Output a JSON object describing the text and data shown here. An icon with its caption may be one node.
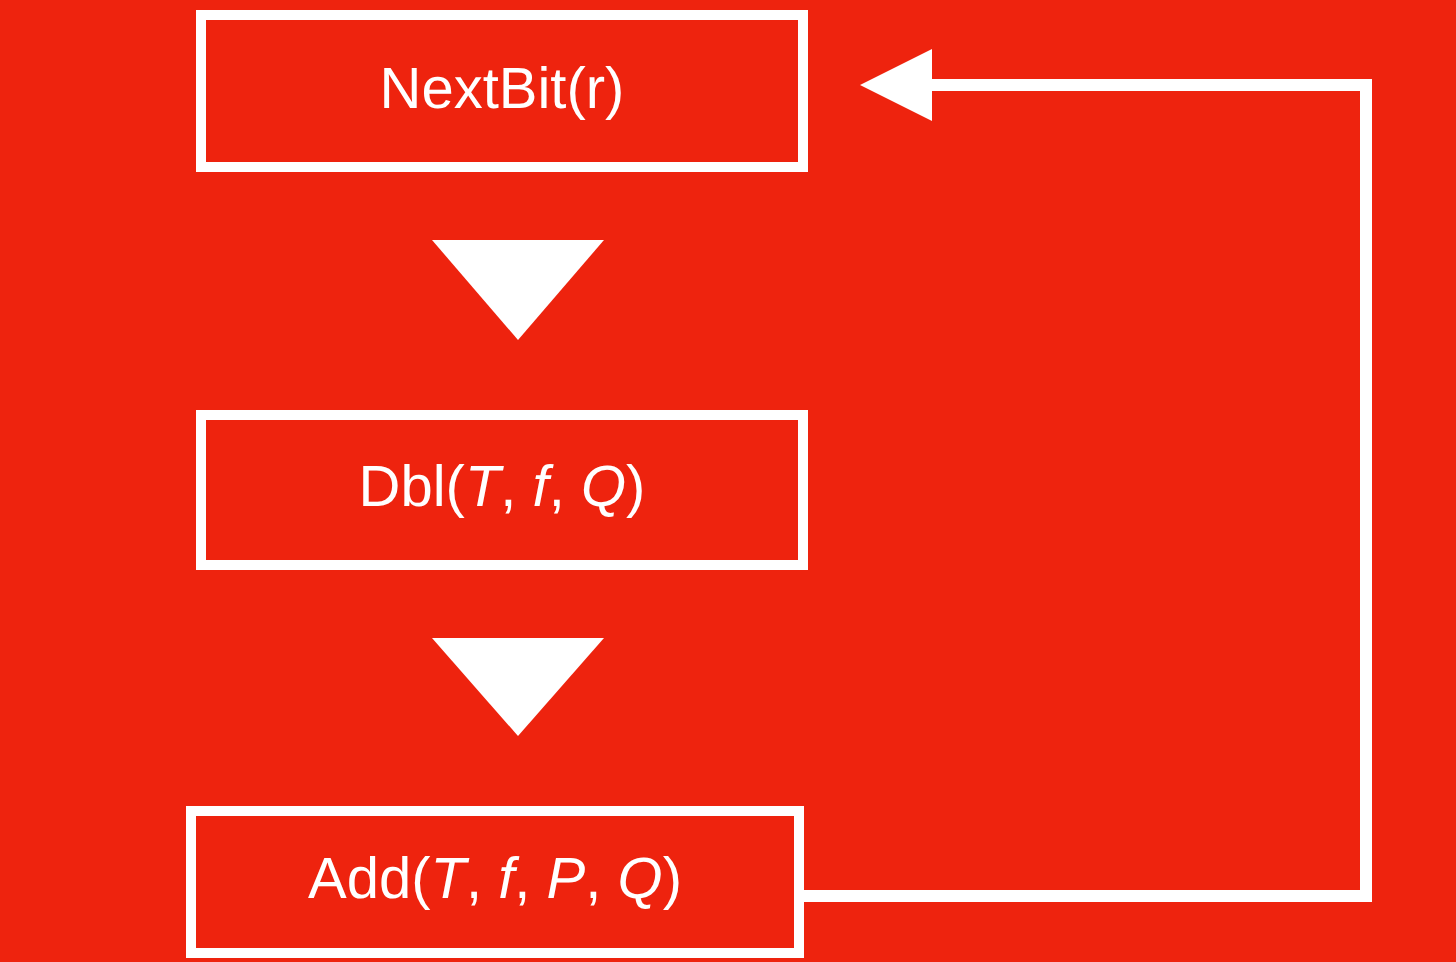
{
  "diagram": {
    "nodes": [
      {
        "text": [
          "NextBit(r)"
        ]
      },
      {
        "text": [
          "Dbl(*T*, *f*, *Q*)"
        ]
      },
      {
        "text": [
          "Add(*T*, *f*, *P*, *Q*)"
        ]
      }
    ],
    "edges": [
      {
        "from": 0,
        "to": 1,
        "arrow": "to"
      },
      {
        "from": 1,
        "to": 2,
        "arrow": "to"
      },
      {
        "from": 2,
        "to": 0,
        "arrow": "to"
      }
    ]
  }
}
